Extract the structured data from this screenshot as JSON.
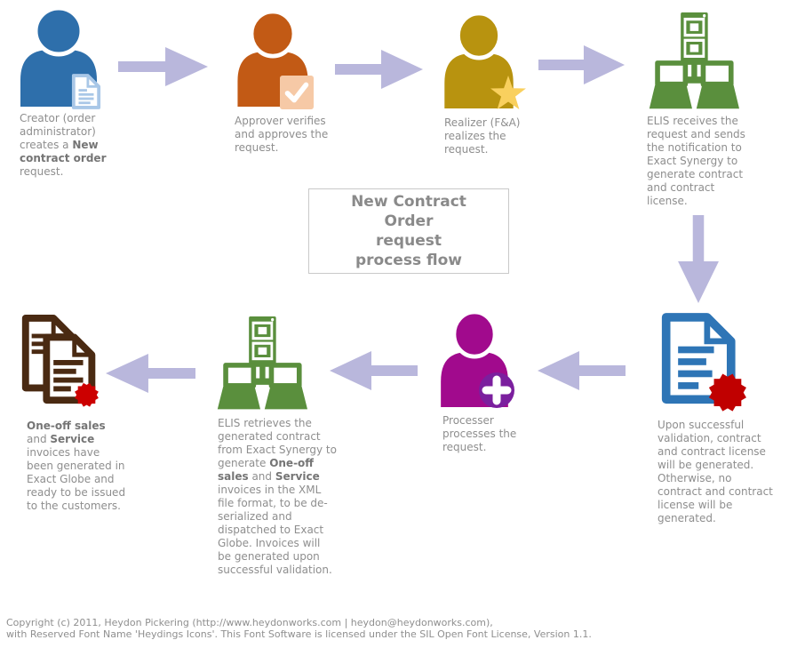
{
  "title_box": {
    "text": "New Contract Order request process flow"
  },
  "stages": [
    {
      "id": "creator",
      "icon": "person-with-document-icon",
      "color": "#2e6fab",
      "caption": [
        {
          "text": "Creator (order administrator) creates a ",
          "bold": false
        },
        {
          "text": "New contract order",
          "bold": true
        },
        {
          "text": " request.",
          "bold": false
        }
      ]
    },
    {
      "id": "approver",
      "icon": "person-with-check-icon",
      "color": "#c25a15",
      "caption": [
        {
          "text": "Approver verifies and approves the request.",
          "bold": false
        }
      ]
    },
    {
      "id": "realizer",
      "icon": "person-with-star-icon",
      "color": "#b8930f",
      "caption": [
        {
          "text": "Realizer (F&A) realizes the request.",
          "bold": false
        }
      ]
    },
    {
      "id": "elis-receives",
      "icon": "server-network-icon",
      "color": "#5a8f3d",
      "caption": [
        {
          "text": "ELIS receives the request and sends the notification to Exact Synergy to generate contract and contract license.",
          "bold": false
        }
      ]
    },
    {
      "id": "contract-generated",
      "icon": "document-with-seal-icon",
      "color": "#2e75b6",
      "caption": [
        {
          "text": "Upon successful validation, contract and contract license will be generated. Otherwise, no contract and contract license will be generated.",
          "bold": false
        }
      ]
    },
    {
      "id": "processer",
      "icon": "person-with-plus-icon",
      "color": "#a10a8d",
      "caption": [
        {
          "text": "Processer processes the request.",
          "bold": false
        }
      ]
    },
    {
      "id": "elis-retrieves",
      "icon": "server-network-icon",
      "color": "#5a8f3d",
      "caption": [
        {
          "text": "ELIS retrieves the generated contract from Exact Synergy to generate ",
          "bold": false
        },
        {
          "text": "One-off sales",
          "bold": true
        },
        {
          "text": " and ",
          "bold": false
        },
        {
          "text": "Service",
          "bold": true
        },
        {
          "text": " invoices in the XML file format, to be de-serialized and dispatched to Exact Globe. Invoices will be generated upon successful validation.",
          "bold": false
        }
      ]
    },
    {
      "id": "invoices",
      "icon": "documents-with-seal-icon",
      "color": "#4a2a12",
      "caption": [
        {
          "text": "One-off sales",
          "bold": true
        },
        {
          "text": " and ",
          "bold": false
        },
        {
          "text": "Service",
          "bold": true
        },
        {
          "text": " invoices have been generated in Exact Globe and ready to be issued to the customers.",
          "bold": false
        }
      ]
    }
  ],
  "footer": {
    "line1": "Copyright (c) 2011, Heydon Pickering (http://www.heydonworks.com | heydon@heydonworks.com),",
    "line2": "with Reserved Font Name 'Heydings Icons'. This Font Software is licensed under the SIL Open Font License, Version 1.1."
  },
  "colors": {
    "arrow": "#b9b7dc",
    "caption_text": "#8e8e8e",
    "title_text": "#8a8a8a",
    "box_border": "#c9c9c9",
    "seal_red": "#c00000",
    "star_yellow": "#f9d05e",
    "check_bg": "#f6c9a6",
    "plus_circle": "#7b1f9e",
    "badge_doc_blue": "#a9c7e7"
  }
}
